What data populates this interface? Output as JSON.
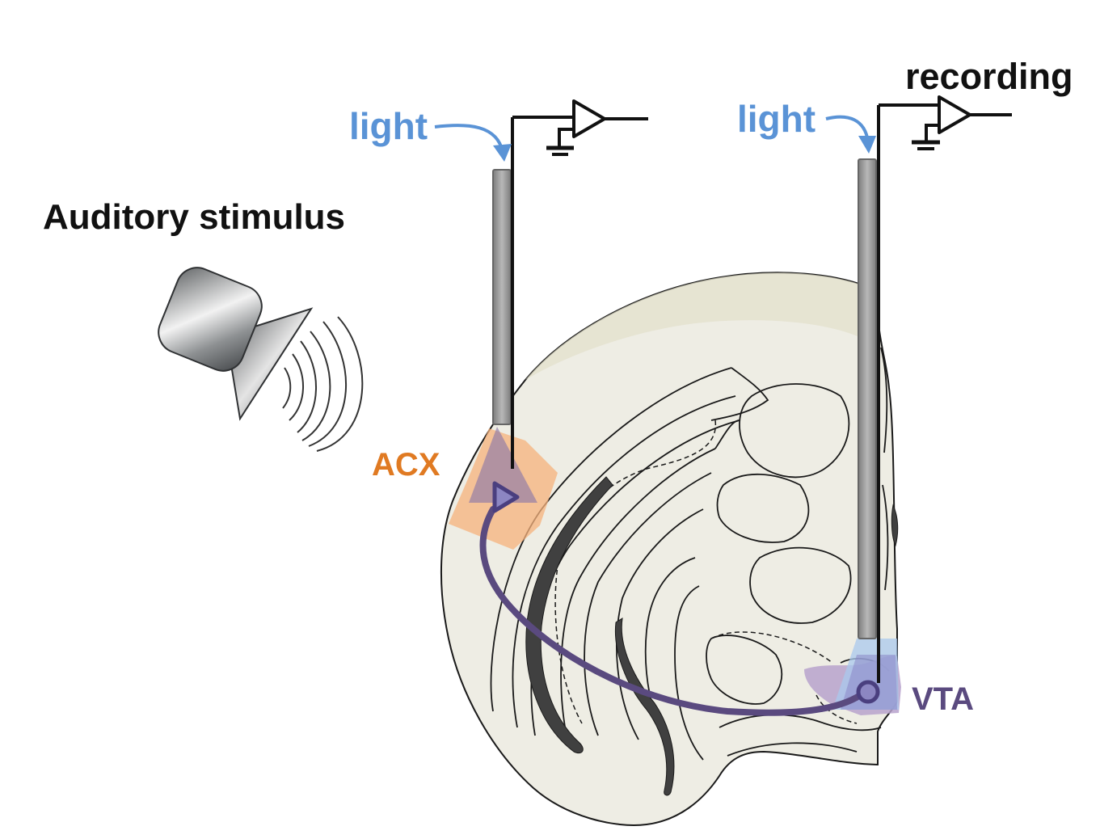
{
  "labels": {
    "auditory": "Auditory stimulus",
    "light_left": "light",
    "light_right": "light",
    "recording": "recording",
    "acx": "ACX",
    "vta": "VTA"
  },
  "colors": {
    "light_text": "#5a93d6",
    "acx_text": "#e07a22",
    "acx_region": "#f5b17c",
    "vta_text": "#5a4a7f",
    "vta_region": "#b7a2cc",
    "projection": "#5a4a7f",
    "brain_fill": "#eeede4",
    "fiber": "#999999"
  },
  "icons": [
    "speaker-icon",
    "sound-wave-icon",
    "amplifier-icon",
    "ground-icon"
  ]
}
